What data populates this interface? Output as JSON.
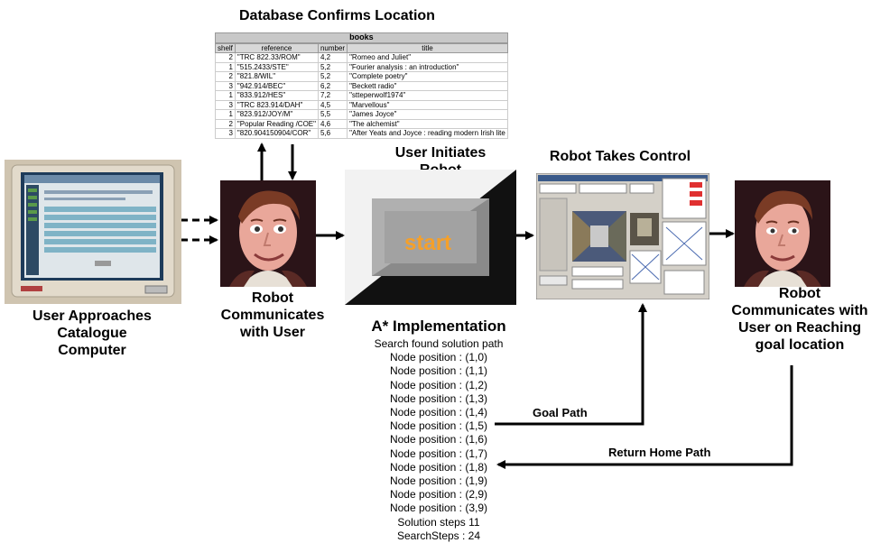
{
  "labels": {
    "db_title": "Database Confirms Location",
    "user_approaches": [
      "User Approaches",
      "Catalogue",
      "Computer"
    ],
    "robot_communicates": [
      "Robot",
      "Communicates",
      "with User"
    ],
    "user_initiates": [
      "User Initiates",
      "Robot"
    ],
    "robot_takes_control": "Robot Takes Control",
    "robot_goal": [
      "Robot",
      "Communicates with",
      "User on Reaching",
      "goal location"
    ],
    "astar_title": "A* Implementation",
    "goal_path": "Goal Path",
    "return_path": "Return Home Path",
    "start_button": "start"
  },
  "books_table": {
    "caption": "books",
    "headers": [
      "shelf",
      "reference",
      "number",
      "title"
    ],
    "rows": [
      [
        "2",
        "\"TRC 822.33/ROM\"",
        "4,2",
        "\"Romeo and Juliet\""
      ],
      [
        "1",
        "\"515.2433/STE\"",
        "5,2",
        "\"Fourier analysis : an introduction\""
      ],
      [
        "2",
        "\"821.8/WIL\"",
        "5,2",
        "\"Complete poetry\""
      ],
      [
        "3",
        "\"942.914/BEC\"",
        "6,2",
        "\"Beckett radio\""
      ],
      [
        "1",
        "\"833.912/HES\"",
        "7,2",
        "\"stteperwolf1974\""
      ],
      [
        "3",
        "\"TRC 823.914/DAH\"",
        "4,5",
        "\"Marvellous\""
      ],
      [
        "1",
        "\"823.912/JOY/M\"",
        "5,5",
        "\"James Joyce\""
      ],
      [
        "2",
        "\"Popular Reading /COE\"",
        "4,6",
        "\"The alchemist\""
      ],
      [
        "3",
        "\"820.904150904/COR\"",
        "5,6",
        "\"After Yeats and Joyce : reading modern Irish lite"
      ]
    ]
  },
  "astar_lines": [
    "Search found solution path",
    "Node position : (1,0)",
    "Node position : (1,1)",
    "Node position : (1,2)",
    "Node position : (1,3)",
    "Node position : (1,4)",
    "Node position : (1,5)",
    "Node position : (1,6)",
    "Node position : (1,7)",
    "Node position : (1,8)",
    "Node position : (1,9)",
    "Node position : (2,9)",
    "Node position : (3,9)",
    "Solution steps 11",
    "SearchSteps : 24"
  ],
  "colors": {
    "start_text": "#f5a02a",
    "skin": "#e9a79a",
    "hair": "#7a3b25",
    "background_dark": "#2b1418"
  }
}
